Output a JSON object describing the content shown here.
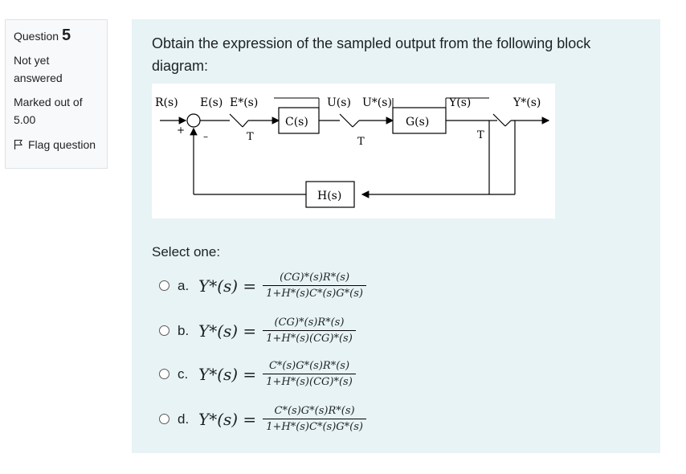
{
  "info": {
    "question_label": "Question",
    "question_number": "5",
    "status": "Not yet answered",
    "marked_label": "Marked out of",
    "marked_value": "5.00",
    "flag_label": "Flag question"
  },
  "question": {
    "text": "Obtain the expression of the sampled output from the following block diagram:"
  },
  "diagram": {
    "signals": {
      "R": "R(s)",
      "E": "E(s)",
      "E_star": "E*(s)",
      "U": "U(s)",
      "U_star": "U*(s)",
      "Y": "Y(s)",
      "Y_star": "Y*(s)"
    },
    "blocks": {
      "C": "C(s)",
      "G": "G(s)",
      "H": "H(s)"
    },
    "sampler_label": "T",
    "plus": "+",
    "minus": "–"
  },
  "select_label": "Select one:",
  "options": [
    {
      "letter": "a.",
      "lhs": "Y*(s) =",
      "num": "(CG)*(s)R*(s)",
      "den": "1+H*(s)C*(s)G*(s)"
    },
    {
      "letter": "b.",
      "lhs": "Y*(s) =",
      "num": "(CG)*(s)R*(s)",
      "den": "1+H*(s)(CG)*(s)"
    },
    {
      "letter": "c.",
      "lhs": "Y*(s) =",
      "num": "C*(s)G*(s)R*(s)",
      "den": "1+H*(s)(CG)*(s)"
    },
    {
      "letter": "d.",
      "lhs": "Y*(s) =",
      "num": "C*(s)G*(s)R*(s)",
      "den": "1+H*(s)C*(s)G*(s)"
    }
  ],
  "colors": {
    "content_bg": "#e7f3f5",
    "info_bg": "#f8f9fa"
  }
}
